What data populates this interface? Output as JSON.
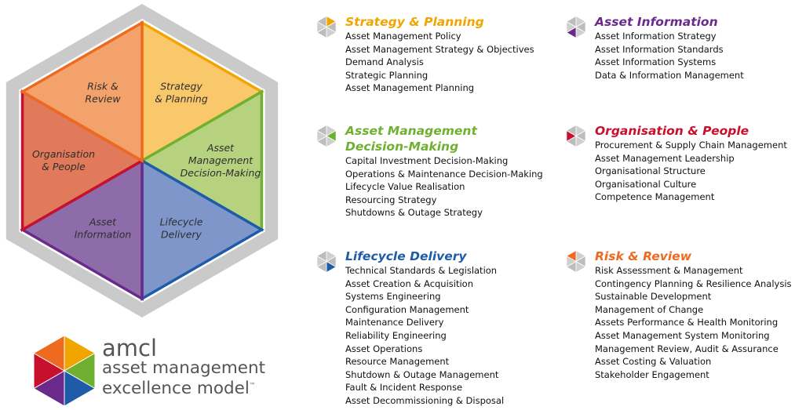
{
  "hexagon": {
    "segments": [
      {
        "id": "strategy-planning",
        "lines": [
          "Strategy",
          "& Planning"
        ],
        "color": "#F9C86B"
      },
      {
        "id": "decision-making",
        "lines": [
          "Asset",
          "Management",
          "Decision-Making"
        ],
        "color": "#B6D27E"
      },
      {
        "id": "lifecycle-delivery",
        "lines": [
          "Lifecycle",
          "Delivery"
        ],
        "color": "#7E96C9"
      },
      {
        "id": "asset-information",
        "lines": [
          "Asset",
          "Information"
        ],
        "color": "#8E6BA9"
      },
      {
        "id": "organisation-people",
        "lines": [
          "Organisation",
          "& People"
        ],
        "color": "#E07A5B"
      },
      {
        "id": "risk-review",
        "lines": [
          "Risk &",
          "Review"
        ],
        "color": "#F4A26B"
      }
    ],
    "borders": [
      "#F0A500",
      "#6FB030",
      "#1E5BA8",
      "#6B2A8B",
      "#C8102E",
      "#EE6A1F"
    ],
    "frame_color": "#CACACA"
  },
  "groups": [
    {
      "id": "strategy-planning",
      "title": [
        "Strategy & Planning"
      ],
      "color": "#F0A500",
      "active": 0,
      "items": [
        "Asset Management Policy",
        "Asset Management Strategy & Objectives",
        "Demand Analysis",
        "Strategic Planning",
        "Asset Management Planning"
      ]
    },
    {
      "id": "decision-making",
      "title": [
        "Asset Management",
        "Decision-Making"
      ],
      "color": "#6FB030",
      "active": 1,
      "items": [
        "Capital Investment Decision-Making",
        "Operations & Maintenance Decision-Making",
        "Lifecycle Value Realisation",
        "Resourcing Strategy",
        "Shutdowns & Outage Strategy"
      ]
    },
    {
      "id": "lifecycle-delivery",
      "title": [
        "Lifecycle Delivery"
      ],
      "color": "#1E5BA8",
      "active": 2,
      "items": [
        "Technical Standards & Legislation",
        "Asset Creation & Acquisition",
        "Systems Engineering",
        "Configuration Management",
        "Maintenance Delivery",
        "Reliability Engineering",
        "Asset Operations",
        "Resource Management",
        "Shutdown & Outage Management",
        "Fault & Incident Response",
        "Asset Decommissioning & Disposal"
      ]
    },
    {
      "id": "asset-information",
      "title": [
        "Asset Information"
      ],
      "color": "#6B2A8B",
      "active": 3,
      "items": [
        "Asset Information Strategy",
        "Asset Information Standards",
        "Asset Information Systems",
        "Data & Information Management"
      ]
    },
    {
      "id": "organisation-people",
      "title": [
        "Organisation & People"
      ],
      "color": "#C8102E",
      "active": 4,
      "items": [
        "Procurement & Supply Chain Management",
        "Asset Management Leadership",
        "Organisational Structure",
        "Organisational Culture",
        "Competence Management"
      ]
    },
    {
      "id": "risk-review",
      "title": [
        "Risk & Review"
      ],
      "color": "#EE6A1F",
      "active": 5,
      "items": [
        "Risk Assessment & Management",
        "Contingency Planning & Resilience Analysis",
        "Sustainable Development",
        "Management of Change",
        "Assets Performance & Health Monitoring",
        "Asset Management System Monitoring",
        "Management Review, Audit & Assurance",
        "Asset Costing & Valuation",
        "Stakeholder Engagement"
      ]
    }
  ],
  "logo": {
    "line1": "amcl",
    "line2": "asset management",
    "line3": "excellence model",
    "trademark": "™",
    "colors": [
      "#F0A500",
      "#6FB030",
      "#1E5BA8",
      "#6B2A8B",
      "#C8102E",
      "#EE6A1F"
    ]
  }
}
